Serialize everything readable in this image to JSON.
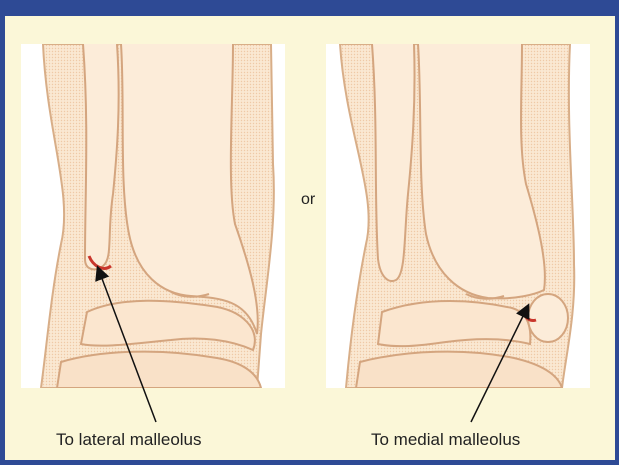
{
  "connector": "or",
  "figures": [
    {
      "caption": "To lateral malleolus"
    },
    {
      "caption": "To medial malleolus"
    }
  ],
  "colors": {
    "frame": "#2e4a95",
    "panel": "#fbf7d8",
    "skin": "#f6dcc0",
    "outline": "#d4a57f",
    "highlight": "#c9362c"
  }
}
